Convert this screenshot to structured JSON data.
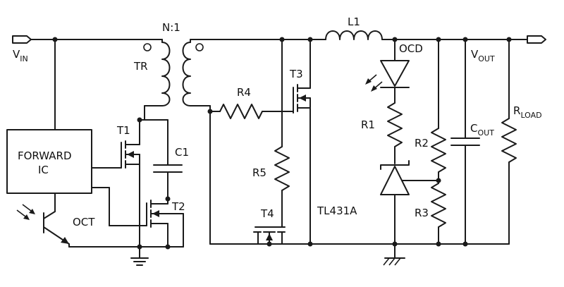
{
  "labels": {
    "vin": "V",
    "vin_sub": "IN",
    "vout": "V",
    "vout_sub": "OUT",
    "cout": "C",
    "cout_sub": "OUT",
    "rload": "R",
    "rload_sub": "LOAD",
    "ratio": "N:1",
    "tr": "TR",
    "l1": "L1",
    "ocd": "OCD",
    "t1": "T1",
    "t2": "T2",
    "t3": "T3",
    "t4": "T4",
    "c1": "C1",
    "r1": "R1",
    "r2": "R2",
    "r3": "R3",
    "r4": "R4",
    "r5": "R5",
    "ic_line1": "FORWARD",
    "ic_line2": "IC",
    "oct": "OCT",
    "tl431": "TL431A"
  }
}
